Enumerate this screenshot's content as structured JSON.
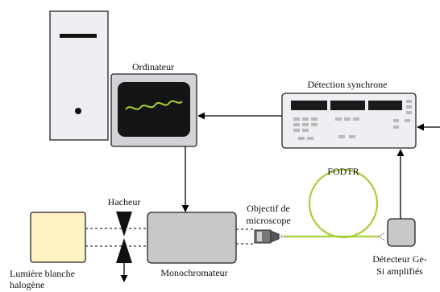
{
  "labels": {
    "computer": "Ordinateur",
    "lockin": "Détection synchrone",
    "fiber": "FODTR",
    "objective_line1": "Objectif de",
    "objective_line2": "microscope",
    "chopper": "Hacheur",
    "lamp_line1": "Lumière blanche",
    "lamp_line2": "halogène",
    "monochromator": "Monochromateur",
    "detector_line1": "Détecteur Ge-",
    "detector_line2": "Si amplifiés"
  },
  "colors": {
    "fiber": "#a6cf3a",
    "screen_wave": "#a6cf3a",
    "screen": "#151515",
    "lamp_fill": "#fff3c4",
    "box_gray": "#c8c8c8",
    "panel_light": "#eeeff2",
    "display": "#1a1a1a",
    "buttons": "#b9b9b9"
  },
  "icons": [
    "computer-tower-icon",
    "monitor-icon",
    "lock-in-amplifier-icon",
    "halogen-lamp-icon",
    "chopper-icon",
    "monochromator-icon",
    "microscope-objective-icon",
    "fiber-coil-icon",
    "detector-icon"
  ]
}
